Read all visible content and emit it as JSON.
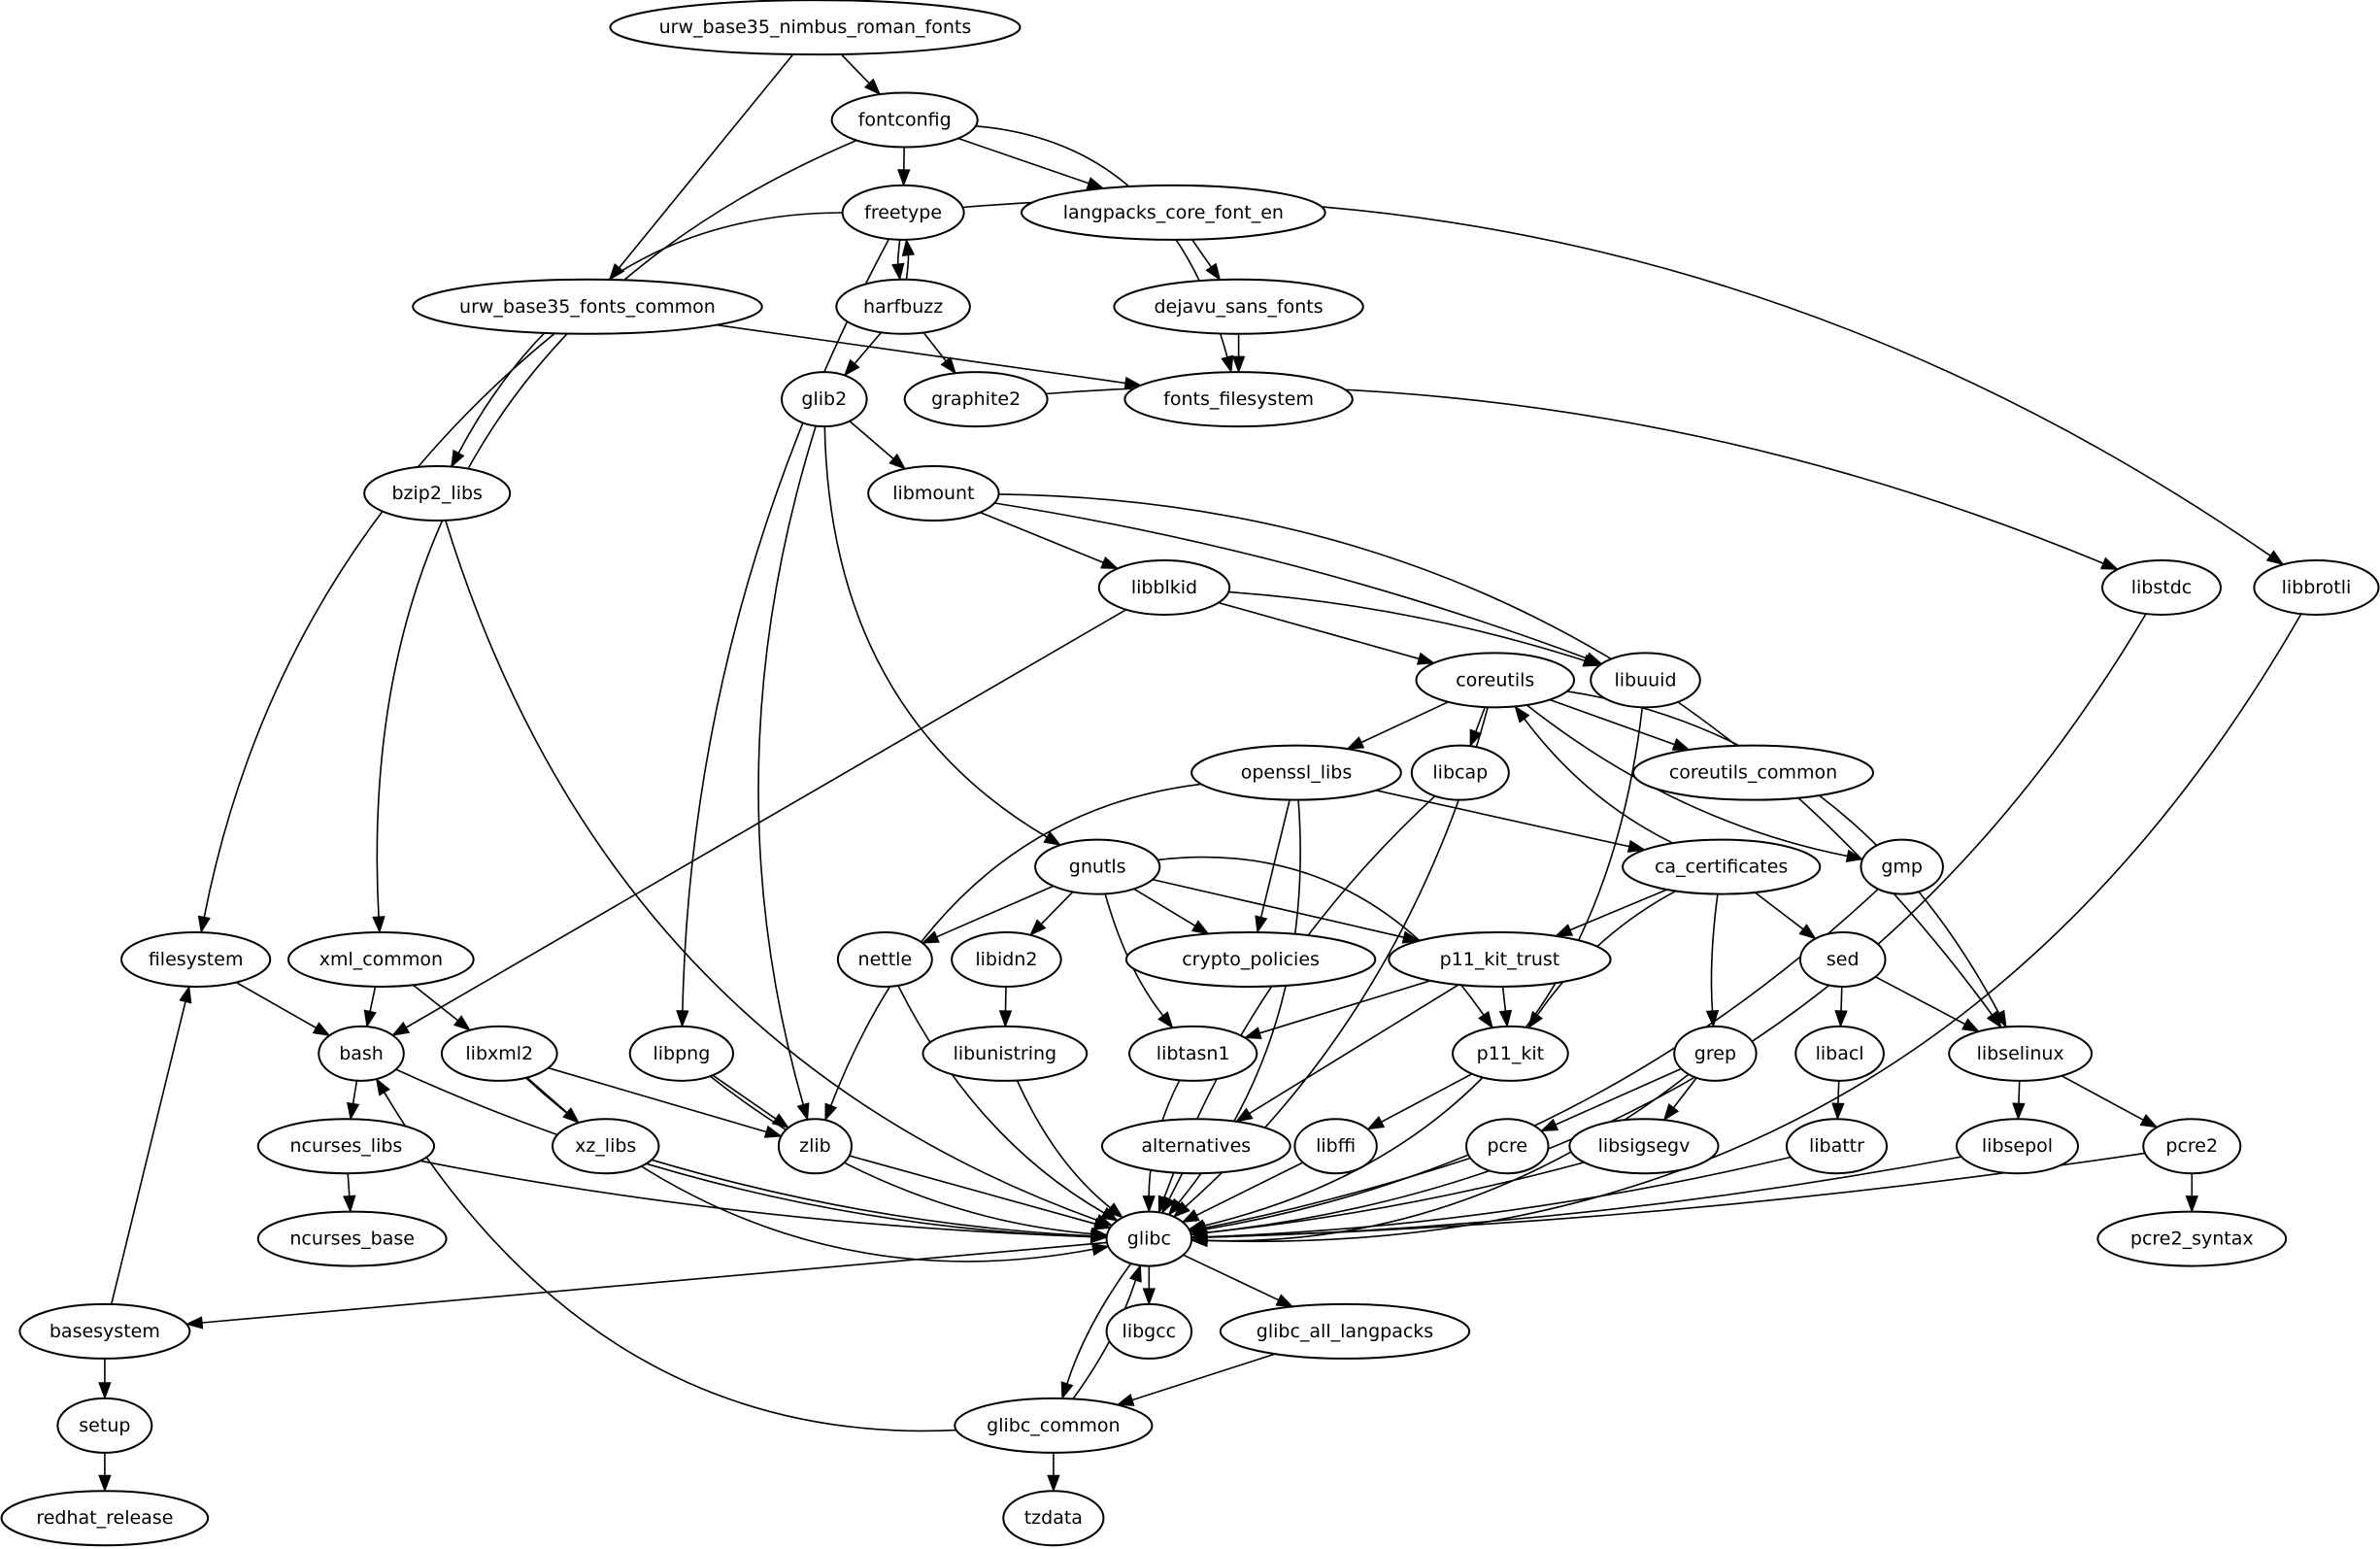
{
  "diagram": {
    "type": "directed-dependency-graph",
    "colors": {
      "background": "#ffffff",
      "stroke": "#000000",
      "text": "#000000"
    },
    "nodes": [
      {
        "id": "urw_base35_nimbus_roman_fonts",
        "label": "urw_base35_nimbus_roman_fonts"
      },
      {
        "id": "fontconfig",
        "label": "fontconfig"
      },
      {
        "id": "freetype",
        "label": "freetype"
      },
      {
        "id": "langpacks_core_font_en",
        "label": "langpacks_core_font_en"
      },
      {
        "id": "harfbuzz",
        "label": "harfbuzz"
      },
      {
        "id": "urw_base35_fonts_common",
        "label": "urw_base35_fonts_common"
      },
      {
        "id": "dejavu_sans_fonts",
        "label": "dejavu_sans_fonts"
      },
      {
        "id": "glib2",
        "label": "glib2"
      },
      {
        "id": "graphite2",
        "label": "graphite2"
      },
      {
        "id": "fonts_filesystem",
        "label": "fonts_filesystem"
      },
      {
        "id": "bzip2_libs",
        "label": "bzip2_libs"
      },
      {
        "id": "libmount",
        "label": "libmount"
      },
      {
        "id": "libblkid",
        "label": "libblkid"
      },
      {
        "id": "libstdc",
        "label": "libstdc"
      },
      {
        "id": "libbrotli",
        "label": "libbrotli"
      },
      {
        "id": "coreutils",
        "label": "coreutils"
      },
      {
        "id": "libuuid",
        "label": "libuuid"
      },
      {
        "id": "openssl_libs",
        "label": "openssl_libs"
      },
      {
        "id": "libcap",
        "label": "libcap"
      },
      {
        "id": "coreutils_common",
        "label": "coreutils_common"
      },
      {
        "id": "gnutls",
        "label": "gnutls"
      },
      {
        "id": "ca_certificates",
        "label": "ca_certificates"
      },
      {
        "id": "gmp",
        "label": "gmp"
      },
      {
        "id": "filesystem",
        "label": "filesystem"
      },
      {
        "id": "xml_common",
        "label": "xml_common"
      },
      {
        "id": "nettle",
        "label": "nettle"
      },
      {
        "id": "libidn2",
        "label": "libidn2"
      },
      {
        "id": "crypto_policies",
        "label": "crypto_policies"
      },
      {
        "id": "p11_kit_trust",
        "label": "p11_kit_trust"
      },
      {
        "id": "sed",
        "label": "sed"
      },
      {
        "id": "bash",
        "label": "bash"
      },
      {
        "id": "libxml2",
        "label": "libxml2"
      },
      {
        "id": "libpng",
        "label": "libpng"
      },
      {
        "id": "libunistring",
        "label": "libunistring"
      },
      {
        "id": "libtasn1",
        "label": "libtasn1"
      },
      {
        "id": "p11_kit",
        "label": "p11_kit"
      },
      {
        "id": "grep",
        "label": "grep"
      },
      {
        "id": "libacl",
        "label": "libacl"
      },
      {
        "id": "libselinux",
        "label": "libselinux"
      },
      {
        "id": "ncurses_libs",
        "label": "ncurses_libs"
      },
      {
        "id": "xz_libs",
        "label": "xz_libs"
      },
      {
        "id": "zlib",
        "label": "zlib"
      },
      {
        "id": "alternatives",
        "label": "alternatives"
      },
      {
        "id": "libffi",
        "label": "libffi"
      },
      {
        "id": "pcre",
        "label": "pcre"
      },
      {
        "id": "libsigsegv",
        "label": "libsigsegv"
      },
      {
        "id": "libattr",
        "label": "libattr"
      },
      {
        "id": "libsepol",
        "label": "libsepol"
      },
      {
        "id": "pcre2",
        "label": "pcre2"
      },
      {
        "id": "glibc",
        "label": "glibc"
      },
      {
        "id": "ncurses_base",
        "label": "ncurses_base"
      },
      {
        "id": "pcre2_syntax",
        "label": "pcre2_syntax"
      },
      {
        "id": "basesystem",
        "label": "basesystem"
      },
      {
        "id": "libgcc",
        "label": "libgcc"
      },
      {
        "id": "glibc_all_langpacks",
        "label": "glibc_all_langpacks"
      },
      {
        "id": "setup",
        "label": "setup"
      },
      {
        "id": "glibc_common",
        "label": "glibc_common"
      },
      {
        "id": "redhat_release",
        "label": "redhat_release"
      },
      {
        "id": "tzdata",
        "label": "tzdata"
      }
    ],
    "edges": [
      [
        "urw_base35_nimbus_roman_fonts",
        "fontconfig"
      ],
      [
        "urw_base35_nimbus_roman_fonts",
        "urw_base35_fonts_common"
      ],
      [
        "fontconfig",
        "freetype"
      ],
      [
        "fontconfig",
        "langpacks_core_font_en"
      ],
      [
        "fontconfig",
        "fonts_filesystem"
      ],
      [
        "fontconfig",
        "xml_common"
      ],
      [
        "freetype",
        "harfbuzz"
      ],
      [
        "harfbuzz",
        "freetype"
      ],
      [
        "freetype",
        "bzip2_libs"
      ],
      [
        "freetype",
        "libpng"
      ],
      [
        "freetype",
        "libbrotli"
      ],
      [
        "langpacks_core_font_en",
        "dejavu_sans_fonts"
      ],
      [
        "dejavu_sans_fonts",
        "fonts_filesystem"
      ],
      [
        "urw_base35_fonts_common",
        "fonts_filesystem"
      ],
      [
        "urw_base35_fonts_common",
        "filesystem"
      ],
      [
        "harfbuzz",
        "glib2"
      ],
      [
        "harfbuzz",
        "graphite2"
      ],
      [
        "graphite2",
        "libstdc"
      ],
      [
        "glib2",
        "libmount"
      ],
      [
        "glib2",
        "zlib"
      ],
      [
        "glib2",
        "gnutls"
      ],
      [
        "bzip2_libs",
        "glibc"
      ],
      [
        "libmount",
        "libblkid"
      ],
      [
        "libmount",
        "libuuid"
      ],
      [
        "libmount",
        "libselinux"
      ],
      [
        "libblkid",
        "libuuid"
      ],
      [
        "libblkid",
        "coreutils"
      ],
      [
        "libblkid",
        "bash"
      ],
      [
        "libstdc",
        "glibc"
      ],
      [
        "libbrotli",
        "glibc"
      ],
      [
        "libuuid",
        "glibc"
      ],
      [
        "coreutils",
        "openssl_libs"
      ],
      [
        "coreutils",
        "libcap"
      ],
      [
        "coreutils",
        "coreutils_common"
      ],
      [
        "coreutils",
        "gmp"
      ],
      [
        "coreutils",
        "libselinux"
      ],
      [
        "coreutils",
        "glibc"
      ],
      [
        "ca_certificates",
        "coreutils"
      ],
      [
        "openssl_libs",
        "ca_certificates"
      ],
      [
        "openssl_libs",
        "crypto_policies"
      ],
      [
        "openssl_libs",
        "zlib"
      ],
      [
        "openssl_libs",
        "glibc"
      ],
      [
        "libcap",
        "glibc"
      ],
      [
        "gnutls",
        "nettle"
      ],
      [
        "gnutls",
        "libidn2"
      ],
      [
        "gnutls",
        "crypto_policies"
      ],
      [
        "gnutls",
        "p11_kit_trust"
      ],
      [
        "gnutls",
        "libtasn1"
      ],
      [
        "gnutls",
        "p11_kit"
      ],
      [
        "ca_certificates",
        "p11_kit_trust"
      ],
      [
        "ca_certificates",
        "p11_kit"
      ],
      [
        "ca_certificates",
        "sed"
      ],
      [
        "ca_certificates",
        "grep"
      ],
      [
        "gmp",
        "glibc"
      ],
      [
        "filesystem",
        "bash"
      ],
      [
        "xml_common",
        "bash"
      ],
      [
        "xml_common",
        "libxml2"
      ],
      [
        "nettle",
        "glibc"
      ],
      [
        "libidn2",
        "libunistring"
      ],
      [
        "p11_kit_trust",
        "p11_kit"
      ],
      [
        "p11_kit_trust",
        "libtasn1"
      ],
      [
        "p11_kit_trust",
        "alternatives"
      ],
      [
        "sed",
        "libacl"
      ],
      [
        "sed",
        "libselinux"
      ],
      [
        "bash",
        "ncurses_libs"
      ],
      [
        "bash",
        "glibc"
      ],
      [
        "libxml2",
        "xz_libs"
      ],
      [
        "libxml2",
        "zlib"
      ],
      [
        "libxml2",
        "glibc"
      ],
      [
        "libpng",
        "zlib"
      ],
      [
        "libpng",
        "glibc"
      ],
      [
        "libunistring",
        "glibc"
      ],
      [
        "libtasn1",
        "glibc"
      ],
      [
        "p11_kit",
        "libffi"
      ],
      [
        "grep",
        "pcre"
      ],
      [
        "grep",
        "libsigsegv"
      ],
      [
        "grep",
        "glibc"
      ],
      [
        "libacl",
        "libattr"
      ],
      [
        "libselinux",
        "libsepol"
      ],
      [
        "libselinux",
        "pcre2"
      ],
      [
        "ncurses_libs",
        "ncurses_base"
      ],
      [
        "ncurses_libs",
        "glibc"
      ],
      [
        "xz_libs",
        "glibc"
      ],
      [
        "zlib",
        "glibc"
      ],
      [
        "alternatives",
        "glibc"
      ],
      [
        "libffi",
        "glibc"
      ],
      [
        "pcre",
        "glibc"
      ],
      [
        "libsigsegv",
        "glibc"
      ],
      [
        "libattr",
        "glibc"
      ],
      [
        "libsepol",
        "glibc"
      ],
      [
        "pcre2",
        "glibc"
      ],
      [
        "pcre2",
        "pcre2_syntax"
      ],
      [
        "glibc",
        "basesystem"
      ],
      [
        "glibc",
        "libgcc"
      ],
      [
        "glibc",
        "glibc_all_langpacks"
      ],
      [
        "glibc",
        "glibc_common"
      ],
      [
        "glibc_common",
        "glibc"
      ],
      [
        "glibc_common",
        "bash"
      ],
      [
        "glibc_common",
        "tzdata"
      ],
      [
        "glibc_all_langpacks",
        "glibc_common"
      ],
      [
        "basesystem",
        "filesystem"
      ],
      [
        "basesystem",
        "setup"
      ],
      [
        "setup",
        "redhat_release"
      ]
    ]
  }
}
